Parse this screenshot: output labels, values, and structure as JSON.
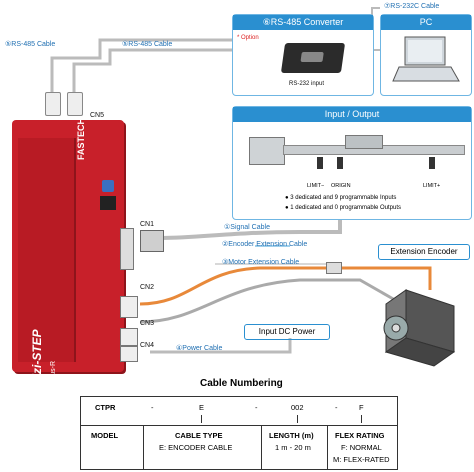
{
  "converter": {
    "title": "⑥RS-485 Converter",
    "option_label": "* Option",
    "port_label": "RS-232 input"
  },
  "pc": {
    "title": "PC"
  },
  "io": {
    "title": "Input / Output",
    "limit_minus": "LIMIT−",
    "origin": "ORIGIN",
    "limit_plus": "LIMIT+",
    "note_1": "● 3 dedicated and 9 programmable Inputs",
    "note_2": "● 1 dedicated and 0 programmable Outputs"
  },
  "cables": {
    "rs485_left": "⑤RS-485 Cable",
    "rs485_mid": "⑤RS-485 Cable",
    "rs232c": "⑦RS-232C Cable",
    "signal": "①Signal Cable",
    "encoder_ext": "②Encoder Extension Cable",
    "motor_ext": "③Motor Extension Cable",
    "power": "④Power Cable"
  },
  "connectors": {
    "cn1": "CN1",
    "cn2": "CN2",
    "cn3": "CN3",
    "cn4": "CN4",
    "cn5": "CN5"
  },
  "boxes": {
    "extension_encoder": "Extension Encoder",
    "input_dc_power": "Input DC Power"
  },
  "drive": {
    "brand": "FASTECH",
    "model": "Ezi-STEP",
    "sub": "Plus-R"
  },
  "numbering": {
    "title": "Cable Numbering",
    "codes": [
      "CTPR",
      "-",
      "E",
      "-",
      "002",
      "-",
      "F"
    ],
    "columns": [
      {
        "label": "MODEL",
        "detail": ""
      },
      {
        "label": "CABLE TYPE",
        "detail": "E: ENCODER CABLE"
      },
      {
        "label": "LENGTH (m)",
        "detail": "1 m - 20 m"
      },
      {
        "label": "FLEX RATING",
        "detail": "F: NORMAL",
        "detail2": "M: FLEX-RATED"
      }
    ]
  },
  "colors": {
    "drive_red": "#c8202a",
    "panel_blue": "#2a8fd0",
    "cable_orange": "#e8893a",
    "cable_blue": "#7fbfe6"
  }
}
